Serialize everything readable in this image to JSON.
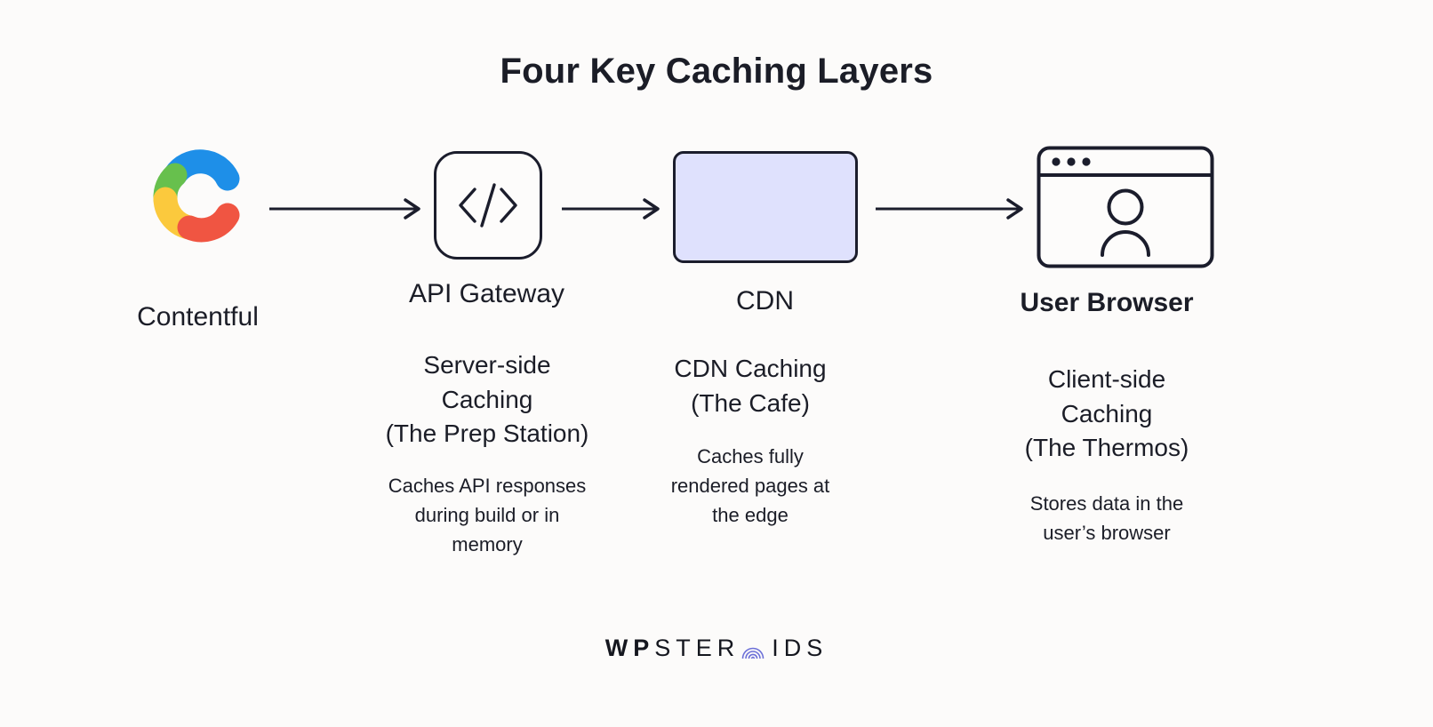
{
  "page": {
    "title": "Four Key Caching Layers",
    "background_color": "#fcfbfa",
    "text_color": "#1b1d27"
  },
  "nodes": [
    {
      "id": "contentful",
      "icon": "contentful-logo-icon",
      "caption": "Contentful",
      "colors": {
        "blue": "#1e8fe8",
        "green": "#67c04d",
        "yellow": "#fbc93d",
        "red": "#f05542"
      }
    },
    {
      "id": "api-gateway",
      "icon": "code-brackets-icon",
      "caption": "API Gateway",
      "stroke_color": "#1b1d2c"
    },
    {
      "id": "cdn",
      "icon": "cdn-box-icon",
      "caption": "CDN",
      "fill_color": "#dfe1fd",
      "stroke_color": "#1b1d2c"
    },
    {
      "id": "user-browser",
      "icon": "browser-window-user-icon",
      "caption": "User Browser",
      "stroke_color": "#1b1d2c"
    }
  ],
  "arrows": [
    {
      "id": "arrow-contentful-to-api",
      "from": "contentful",
      "to": "api-gateway",
      "color": "#1b1d2c"
    },
    {
      "id": "arrow-api-to-cdn",
      "from": "api-gateway",
      "to": "cdn",
      "color": "#1b1d2c"
    },
    {
      "id": "arrow-cdn-to-browser",
      "from": "cdn",
      "to": "user-browser",
      "color": "#1b1d2c"
    }
  ],
  "descriptions": [
    {
      "id": "api-gateway",
      "title": "Server-side\nCaching\n(The Prep Station)",
      "sub": "Caches API responses\nduring build or in\nmemory"
    },
    {
      "id": "cdn",
      "title": "CDN Caching\n(The Cafe)",
      "sub": "Caches fully\nrendered pages at\nthe edge"
    },
    {
      "id": "user-browser",
      "title": "Client-side\nCaching\n(The Thermos)",
      "sub": "Stores data in the\nuser’s browser"
    }
  ],
  "footer": {
    "wordmark_bold": "WP",
    "wordmark_part1": "STER",
    "wordmark_o_icon": "concentric-rings-icon",
    "wordmark_part2": "IDS",
    "accent_color": "#6c70d8"
  }
}
